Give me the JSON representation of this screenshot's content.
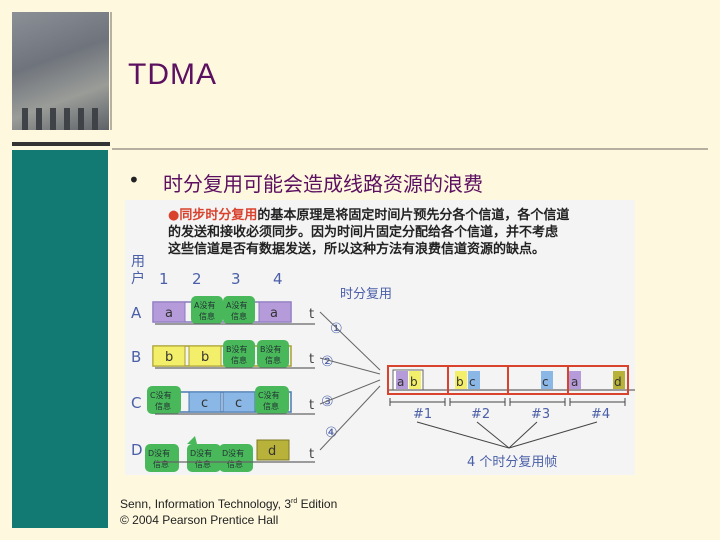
{
  "slide": {
    "title": "TDMA",
    "bullet_mark": "•",
    "bullet_text": "时分复用可能会造成线路资源的浪费"
  },
  "figure": {
    "note_marker": "●",
    "note_highlight": "同步时分复用",
    "note_line1_rest": "的基本原理是将固定时间片预先分各个信道，各个信道",
    "note_line2": "的发送和接收必须同步。因为时间片固定分配给各个信道，并不考虑",
    "note_line3": "这些信道是否有数据发送，所以这种方法有浪费信道资源的缺点。",
    "user_label_1": "用",
    "user_label_2": "户",
    "slot_numbers": [
      "1",
      "2",
      "3",
      "4"
    ],
    "rows": [
      "A",
      "B",
      "C",
      "D"
    ],
    "time_label": "t",
    "mux_label": "时分复用",
    "circled": [
      "①",
      "②",
      "③",
      "④"
    ],
    "block_labels": {
      "a": "a",
      "b": "b",
      "c": "c",
      "d": "d"
    },
    "idle": {
      "A": [
        "A没有",
        "信息"
      ],
      "B": [
        "B没有",
        "信息"
      ],
      "C": [
        "C没有",
        "信息"
      ],
      "D": [
        "D没有",
        "信息"
      ]
    },
    "frame_numbers": [
      "#1",
      "#2",
      "#3",
      "#4"
    ],
    "frames_caption": "4 个时分复用帧"
  },
  "footer": {
    "line1_pre": "Senn, Information Technology, 3",
    "line1_sup": "rd",
    "line1_post": " Edition",
    "line2": "© 2004 Pearson Prentice Hall"
  },
  "colors": {
    "title": "#5c1060",
    "sidebar": "#127a72",
    "background": "#fdf8de",
    "row_a": "#b59bd9",
    "row_b": "#f4ef6a",
    "row_c": "#8ab7e6",
    "row_d": "#b8b23a",
    "idle_bubble": "#49b85a",
    "frame_border": "#d9432e",
    "note_highlight": "#d9432e"
  }
}
